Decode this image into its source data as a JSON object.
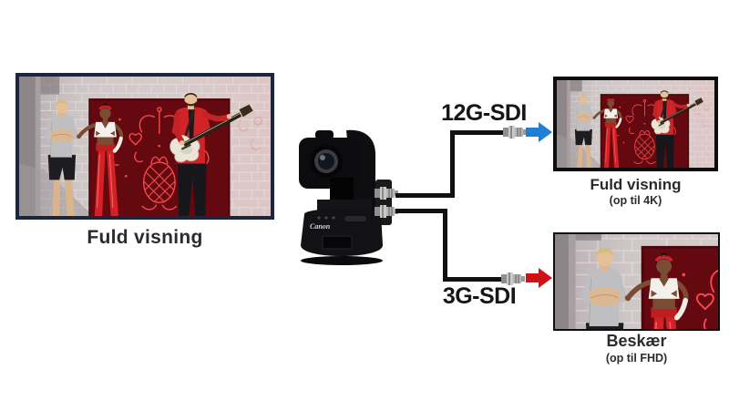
{
  "source_view": {
    "label": "Fuld visning"
  },
  "camera": {
    "logo": "Canon",
    "description": "Canon PTZ remote camera with two SDI outputs"
  },
  "outputs": [
    {
      "id": "12g-sdi",
      "cable_label": "12G-SDI",
      "title": "Fuld visning",
      "subtitle": "(op til 4K)",
      "arrow": "blue",
      "crop": false
    },
    {
      "id": "3g-sdi",
      "cable_label": "3G-SDI",
      "title": "Beskær",
      "subtitle": "(op til FHD)",
      "arrow": "red",
      "crop": true
    }
  ],
  "icons": {
    "arrow_blue": "block-arrow-right",
    "arrow_red": "block-arrow-right",
    "bnc_connector": "cylindrical-sdi-plug",
    "camera": "ptz-camera"
  },
  "colors": {
    "page_bg": "#ffffff",
    "cable": "#111111",
    "arrow_blue": "#1e7fd3",
    "arrow_red": "#cf1217",
    "connector_grey": "#b5b5b5",
    "frame_navy": "#1a2540",
    "frame_black": "#0e0e10",
    "text_dark": "#2b2b2d",
    "banner_red": "#64090f",
    "neon_red": "#ff4d52"
  }
}
